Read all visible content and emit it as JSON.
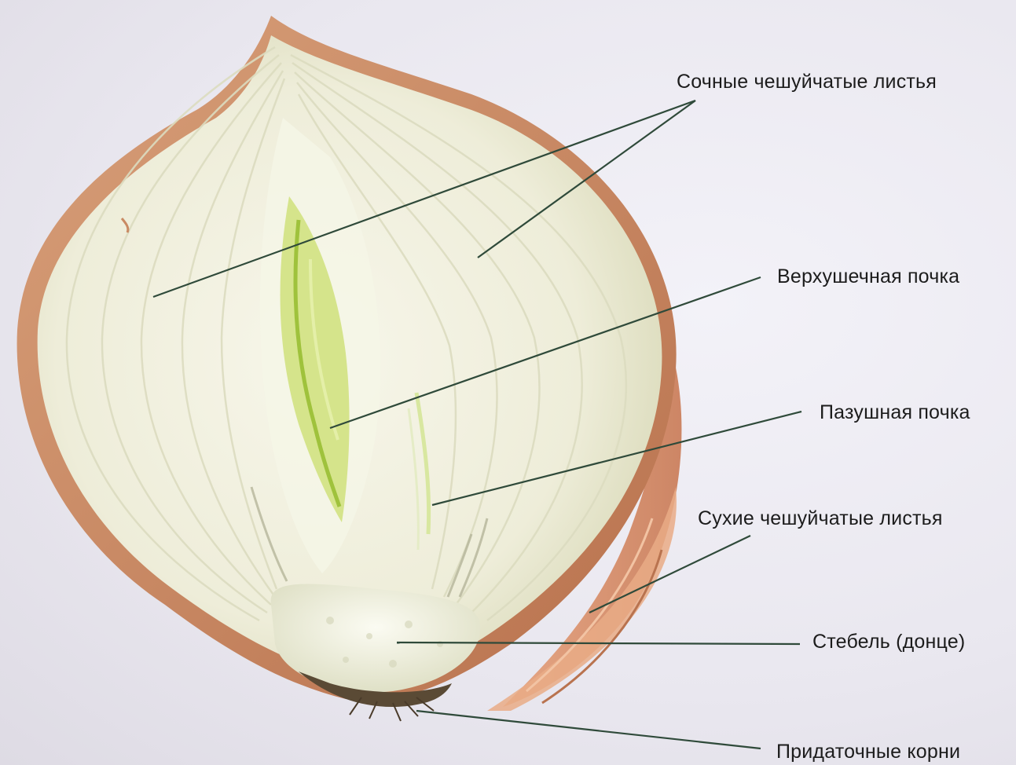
{
  "labels": {
    "juicy_scale_leaves": "Сочные чешуйчатые листья",
    "apical_bud": "Верхушечная почка",
    "axillary_bud": "Пазушная почка",
    "dry_scale_leaves": "Сухие чешуйчатые листья",
    "stem": "Стебель (донце)",
    "adventitious_roots": "Придаточные корни"
  },
  "colors": {
    "background": "#eceaf2",
    "flesh": "#f1f0e2",
    "skin": "#c98a63",
    "bud_green": "#c9df6a",
    "leader_line": "#2f4a3a",
    "text": "#1c1c1c"
  }
}
